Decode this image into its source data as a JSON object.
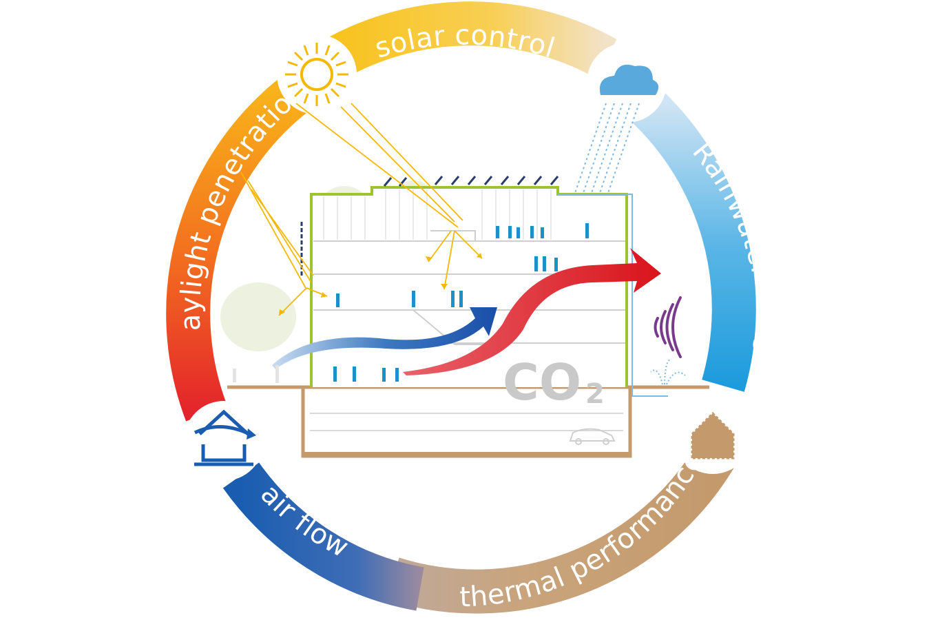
{
  "segments": {
    "solar_control": {
      "label": "solar control"
    },
    "rainwater_usage": {
      "label": "Rainwater usage"
    },
    "thermal_performance": {
      "label": "thermal performance"
    },
    "air_flow": {
      "label": "air flow"
    },
    "daylight_penetration": {
      "label": "daylight penetration"
    }
  },
  "center": {
    "co2_main": "CO",
    "co2_sub": "2"
  },
  "colors": {
    "yellow": "#f8c21a",
    "orange": "#f39020",
    "red": "#e3242b",
    "blue": "#1a5db0",
    "sky": "#39a8e0",
    "tan": "#c49a6c",
    "building_outline": "#9ec330",
    "ground": "#c49a6c",
    "people": "#1e90c8"
  },
  "icons": [
    "sun-icon",
    "rain-cloud-icon",
    "thermal-house-icon",
    "airflow-house-icon",
    "wifi-signal-icon",
    "sprinkler-icon",
    "car-icon"
  ]
}
